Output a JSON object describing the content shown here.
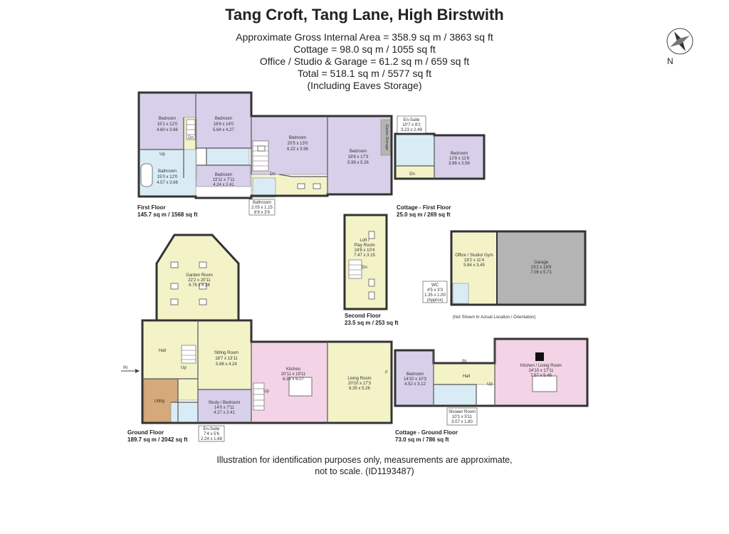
{
  "title": "Tang Croft, Tang Lane, High Birstwith",
  "areas": [
    "Approximate Gross Internal Area = 358.9 sq m / 3863 sq ft",
    "Cottage  = 98.0 sq m / 1055 sq ft",
    "Office / Studio & Garage = 61.2 sq m / 659 sq ft",
    "Total = 518.1 sq m / 5577 sq ft",
    "(Including Eaves Storage)"
  ],
  "compass": "N",
  "colors": {
    "bedroom": "#d8cfea",
    "wet": "#d9ecf6",
    "living": "#f4f3c8",
    "kitchen": "#f3d3e6",
    "utility": "#d6a97a",
    "garage": "#b4b4b4",
    "wall": "#333333"
  },
  "floors": {
    "first": {
      "name": "First Floor",
      "area": "145.7 sq m / 1568 sq ft"
    },
    "cottage_first": {
      "name": "Cottage - First Floor",
      "area": "25.0 sq m / 269 sq ft"
    },
    "second": {
      "name": "Second Floor",
      "area": "23.5 sq m / 253 sq ft"
    },
    "ground": {
      "name": "Ground Floor",
      "area": "189.7 sq m / 2042 sq ft"
    },
    "cottage_ground": {
      "name": "Cottage - Ground Floor",
      "area": "73.0 sq m / 786 sq ft"
    }
  },
  "rooms": {
    "ff_bed1": [
      "Bedroom",
      "15'1 x 12'0",
      "4.60 x 3.66"
    ],
    "ff_bed2": [
      "Bedroom",
      "18'6 x 14'0",
      "5.64 x 4.27"
    ],
    "ff_bed3": [
      "Bedroom",
      "20'5 x 13'0",
      "6.22 x 3.96"
    ],
    "ff_bed4": [
      "Bedroom",
      "19'8 x 17'3",
      "5.99 x 5.26"
    ],
    "ff_bath1": [
      "Bathroom",
      "15'0 x 12'0",
      "4.57 x 3.66"
    ],
    "ff_bed5": [
      "Bedroom",
      "13'11 x 7'11",
      "4.24 x 2.41"
    ],
    "ff_bath2": [
      "Bathroom",
      "2.05 x 1.15",
      "6'9 x 3'9"
    ],
    "ff_eaves": "Eaves Storage",
    "cf_ensuite": [
      "En-Suite",
      "10'7 x 8'2",
      "3.23 x 2.49"
    ],
    "cf_bed": [
      "Bedroom",
      "12'8 x 11'8",
      "3.86 x 3.56"
    ],
    "sf_loft": [
      "Loft /",
      "Play Room",
      "24'6 x 10'4",
      "7.47 x 3.15"
    ],
    "office": [
      "Office / Studio/ Gym",
      "19'2 x 11'4",
      "5.84 x 3.45"
    ],
    "garage": [
      "Garage",
      "23'2 x 18'9",
      "7.06 x 5.71"
    ],
    "wc": [
      "WC",
      "4'5 x 3'3",
      "1.35 x 1.00",
      "(Approx)"
    ],
    "not_shown": "(Not Shown In Actual Location / Orientation)",
    "gf_garden": [
      "Garden Room",
      "22'2 x 20'11",
      "6.76 x 6.38"
    ],
    "gf_hall": "Hall",
    "gf_sitting": [
      "Sitting Room",
      "18'7 x 13'11",
      "5.66 x 4.24"
    ],
    "gf_kitchen": [
      "Kitchen",
      "20'11 x 19'11",
      "6.38 x 6.07"
    ],
    "gf_living": [
      "Living Room",
      "20'10 x 17'3",
      "6.35 x 5.26"
    ],
    "gf_utility": "Utility",
    "gf_study": [
      "Study / Bedroom",
      "14'0 x 7'11",
      "4.27 x 2.41"
    ],
    "gf_ensuite": [
      "En-Suite",
      "7'4 x 5'6",
      "2.24 x 1.68"
    ],
    "cg_bed": [
      "Bedroom",
      "14'10 x 10'3",
      "4.52 x 3.12"
    ],
    "cg_hall": "Hall",
    "cg_shower": [
      "Shower Room",
      "10'1 x 5'11",
      "3.07 x 1.80"
    ],
    "cg_kitchen": [
      "Kitchen / Living Room",
      "24'10 x 17'11",
      "7.57 x 5.46"
    ]
  },
  "marks": {
    "up": "Up",
    "dn": "Dn",
    "in": "IN",
    "f": "F"
  },
  "footer": [
    "Illustration for identification purposes only, measurements are approximate,",
    "not to scale. (ID1193487)"
  ]
}
